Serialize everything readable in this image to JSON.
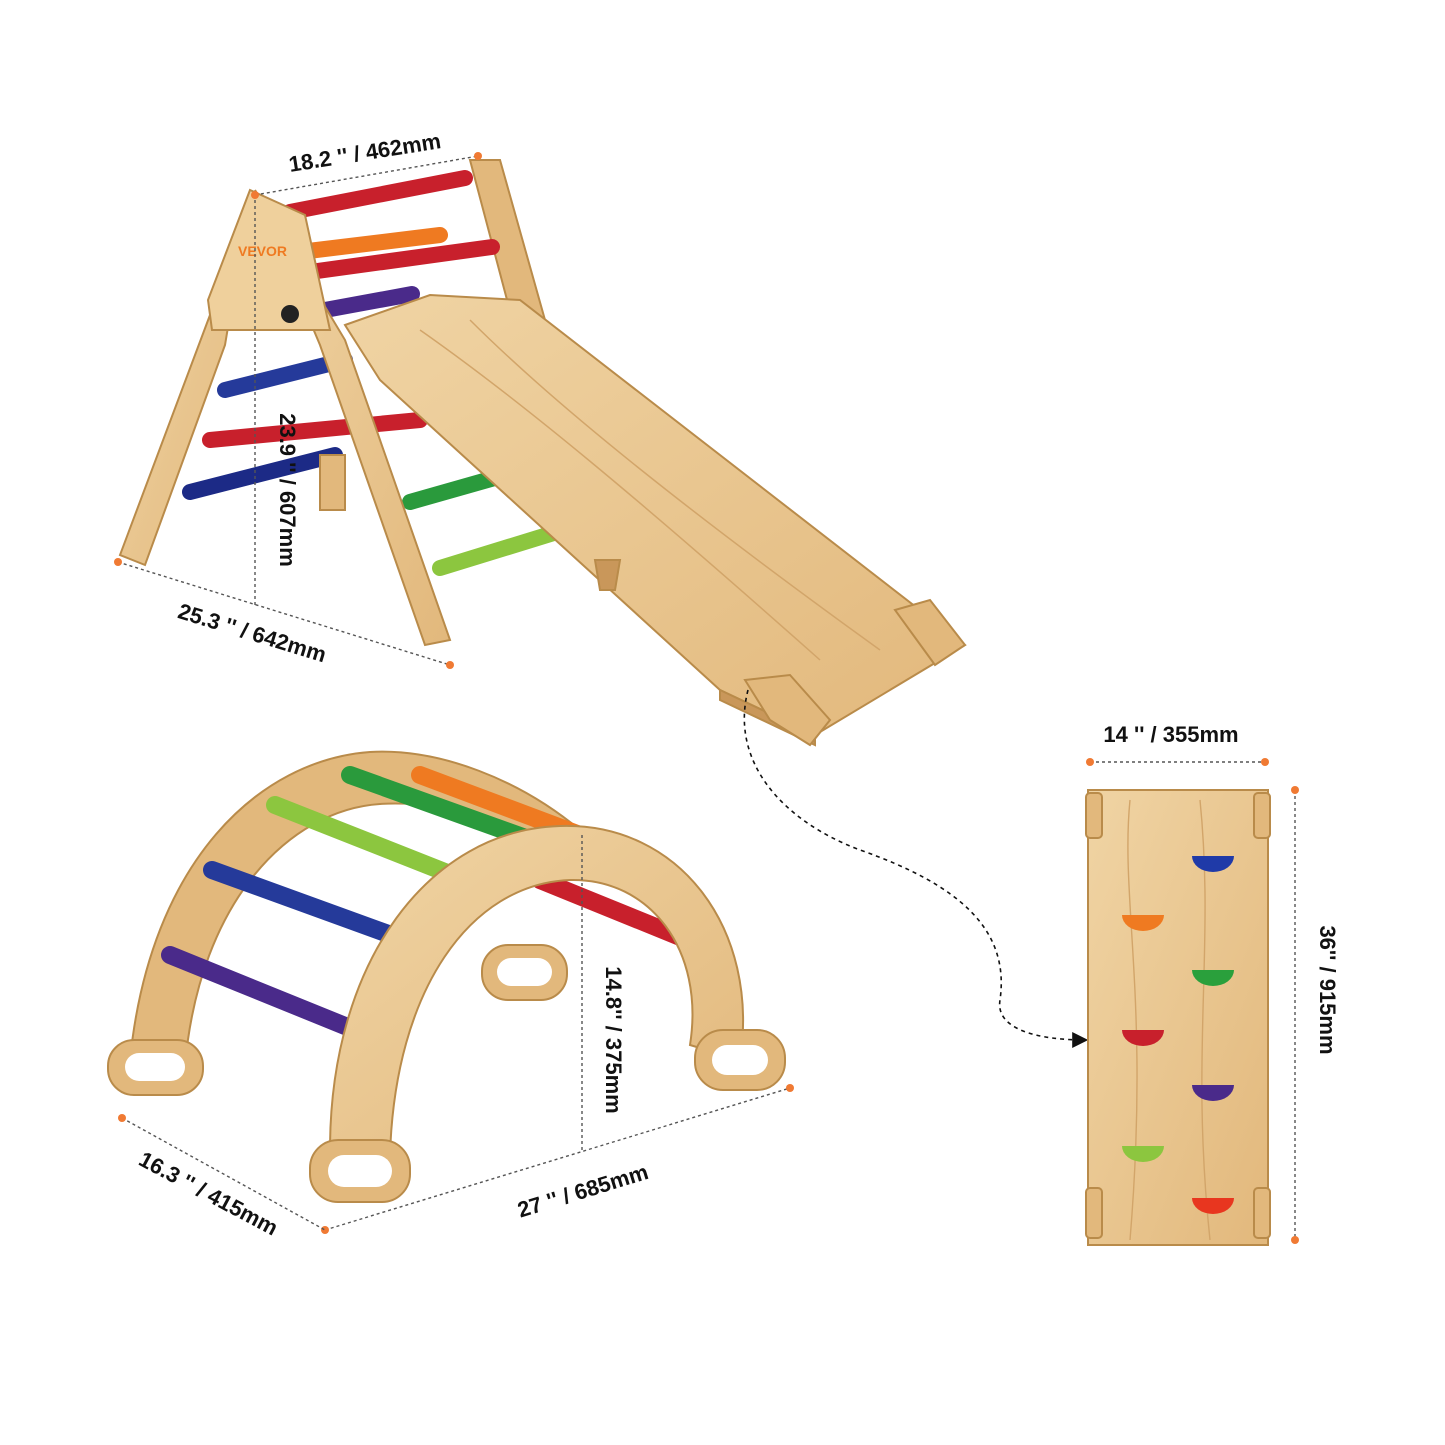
{
  "brand": "VEVOR",
  "colors": {
    "accent": "#f07a33",
    "wood": "#e9c58f",
    "wood_dark": "#c9975a",
    "wood_edge": "#b98b4a",
    "red": "#c8202c",
    "orange": "#ef7a21",
    "yellow_green": "#8cc63f",
    "green": "#2a9a3c",
    "blue": "#253a9a",
    "navy": "#1c2a86",
    "purple": "#4a2a8a"
  },
  "triangle": {
    "width_label": "18.2 '' / 462mm",
    "height_label": "23.9 '' / 607mm",
    "depth_label": "25.3 '' / 642mm"
  },
  "arch": {
    "height_label": "14.8'' / 375mm",
    "width_label": "27 '' / 685mm",
    "depth_label": "16.3 '' / 415mm"
  },
  "board": {
    "width_label": "14 '' / 355mm",
    "length_label": "36'' / 915mm"
  }
}
